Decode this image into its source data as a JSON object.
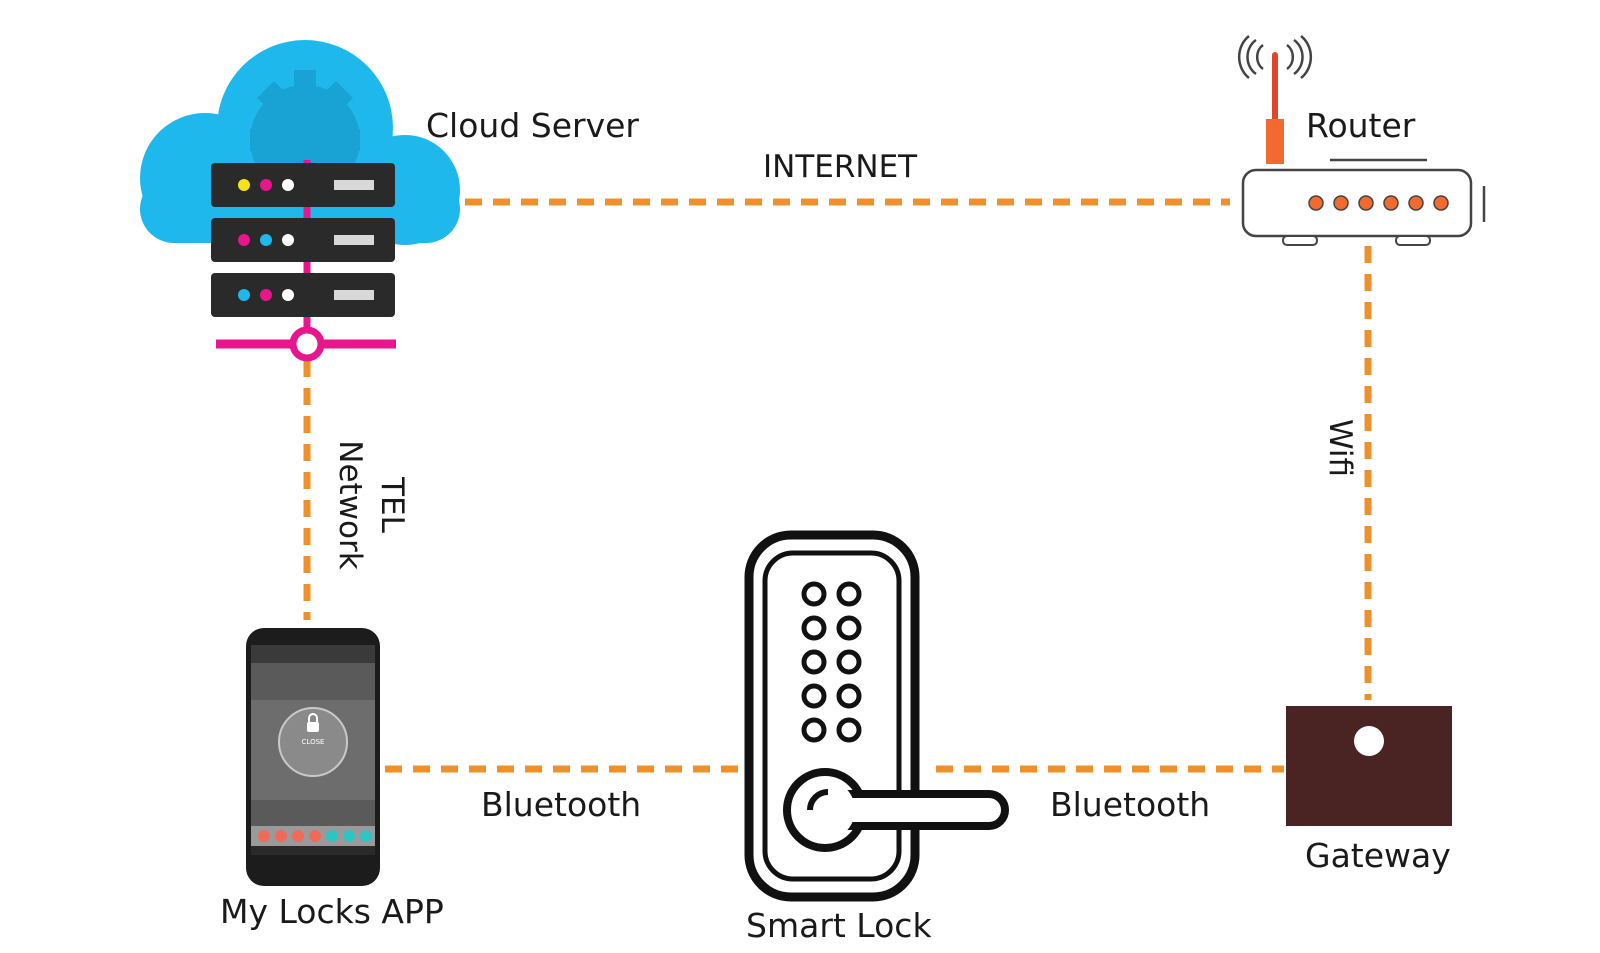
{
  "nodes": {
    "cloud_server": {
      "label": "Cloud Server"
    },
    "router": {
      "label": "Router"
    },
    "app": {
      "label": "My Locks APP",
      "screen_lock_status": "CLOSE"
    },
    "smart_lock": {
      "label": "Smart Lock"
    },
    "gateway": {
      "label": "Gateway"
    }
  },
  "links": {
    "internet": {
      "label": "INTERNET"
    },
    "tel_network": {
      "line1": "TEL",
      "line2": "Network"
    },
    "wifi": {
      "label": "Wifi"
    },
    "app_lock_bluetooth": {
      "label": "Bluetooth"
    },
    "lock_gateway_bluetooth": {
      "label": "Bluetooth"
    }
  },
  "colors": {
    "link": "#f0902a",
    "cloud": "#1fb8ec",
    "server_rack": "#2a2a2a",
    "network_bar": "#e8168c",
    "router_led": "#f26a2e",
    "gateway": "#4a2323"
  }
}
